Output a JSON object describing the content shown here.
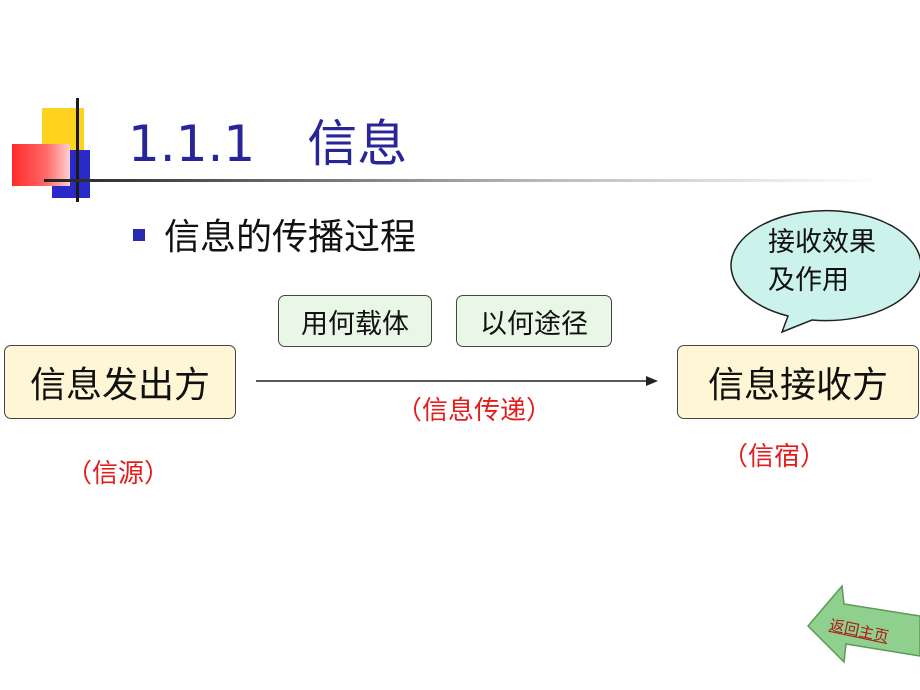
{
  "slide": {
    "title_number": "1.1.1",
    "title_text": "信息",
    "bullet": "信息的传播过程"
  },
  "diagram": {
    "sender": "信息发出方",
    "receiver": "信息接收方",
    "carrier": "用何载体",
    "route": "以何途径",
    "transmission_label": "（信息传递）",
    "source_label": "（信源）",
    "sink_label": "（信宿）",
    "bubble_line1": "接收效果",
    "bubble_line2": "及作用"
  },
  "nav": {
    "home_label": "返回主页"
  },
  "colors": {
    "title": "#262699",
    "red_label": "#e31c1c",
    "box_fill": "#fff6d6",
    "green_box_fill": "#e9f7e6",
    "bubble_fill": "#ccf2ec",
    "arrow_button": "#8fd08f"
  }
}
